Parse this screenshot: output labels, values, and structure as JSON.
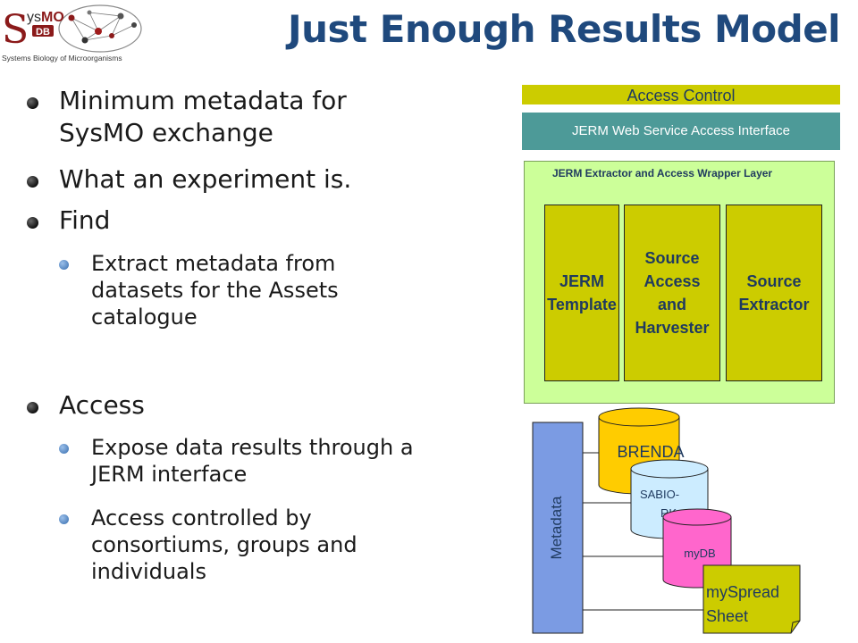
{
  "logo": {
    "wordmark_sys": "Sys",
    "wordmark_mo": "MO",
    "wordmark_db": "DB",
    "subtitle": "Systems Biology of Microorganisms"
  },
  "title": "Just Enough Results Model",
  "bullets": [
    {
      "text": "Minimum metadata for\nSysMO exchange"
    },
    {
      "text": "What an experiment is."
    },
    {
      "text": "Find"
    },
    {
      "text": "Access"
    }
  ],
  "sub_bullets": {
    "find": [
      {
        "text": "Extract metadata from\ndatasets for the Assets\ncatalogue"
      }
    ],
    "access": [
      {
        "text": "Expose data results through a\nJERM interface"
      },
      {
        "text": "Access controlled by\nconsortiums, groups and\nindividuals"
      }
    ]
  },
  "diagram": {
    "access_control": "Access Control",
    "web_service": "JERM Web Service Access Interface",
    "wrapper_layer": "JERM Extractor and Access Wrapper Layer",
    "components": [
      {
        "label": "JERM\nTemplate"
      },
      {
        "label": "Source\nAccess\nand\nHarvester"
      },
      {
        "label": "Source\nExtractor"
      }
    ],
    "metadata_label": "Metadata",
    "sources": [
      {
        "label": "BRENDA"
      },
      {
        "label": "SABIO-\nRK"
      },
      {
        "label": "myDB"
      },
      {
        "label": "mySpread\nSheet"
      }
    ],
    "colors": {
      "access_control": "#cccc00",
      "web_service": "#4d9a98",
      "layer": "#ccff99",
      "component": "#cccc00",
      "metadata_bar": "#7b9be3",
      "brenda": "#ffcc00",
      "sabio": "#ccecff",
      "mydb": "#ff66cc",
      "spreadsheet": "#cccc00"
    }
  }
}
